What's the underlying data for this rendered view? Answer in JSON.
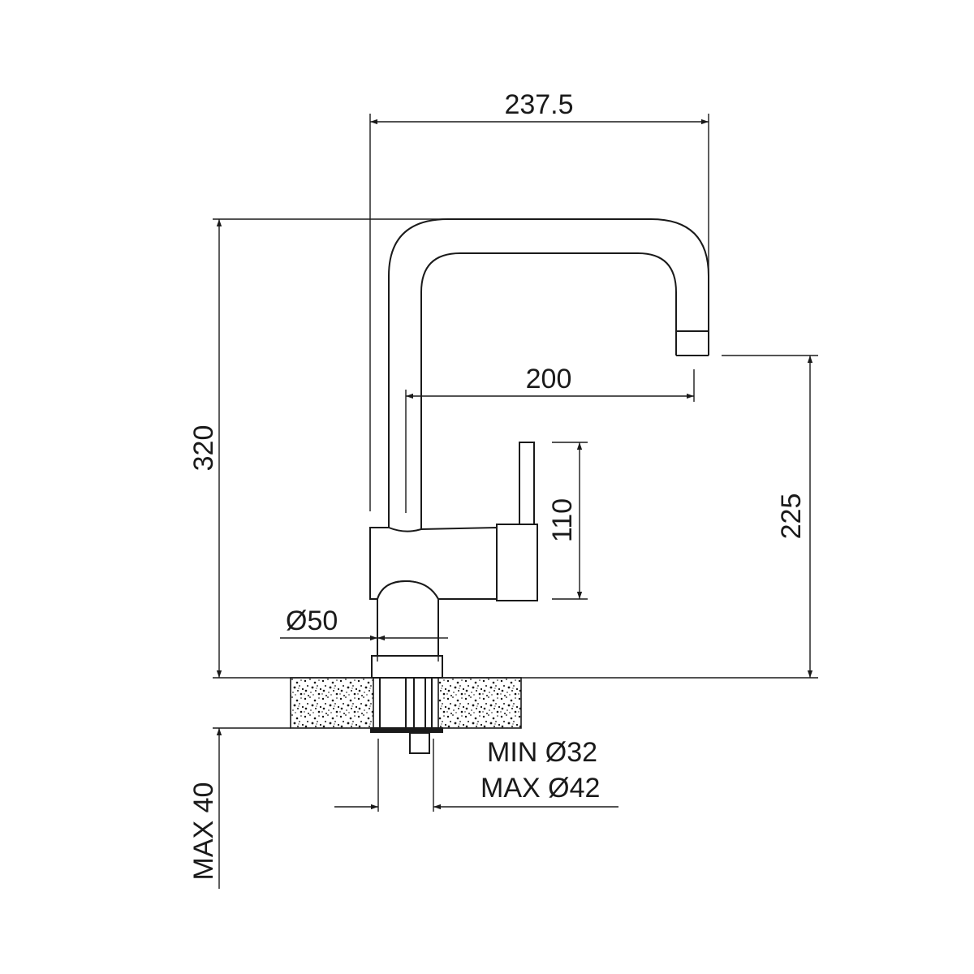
{
  "dimensions": {
    "total_reach": "237.5",
    "spout_reach": "200",
    "total_height": "320",
    "lever_height": "110",
    "spout_clearance": "225",
    "base_diameter": "Ø50",
    "max_countertop": "MAX 40",
    "hole_min": "MIN Ø32",
    "hole_max": "MAX Ø42"
  }
}
